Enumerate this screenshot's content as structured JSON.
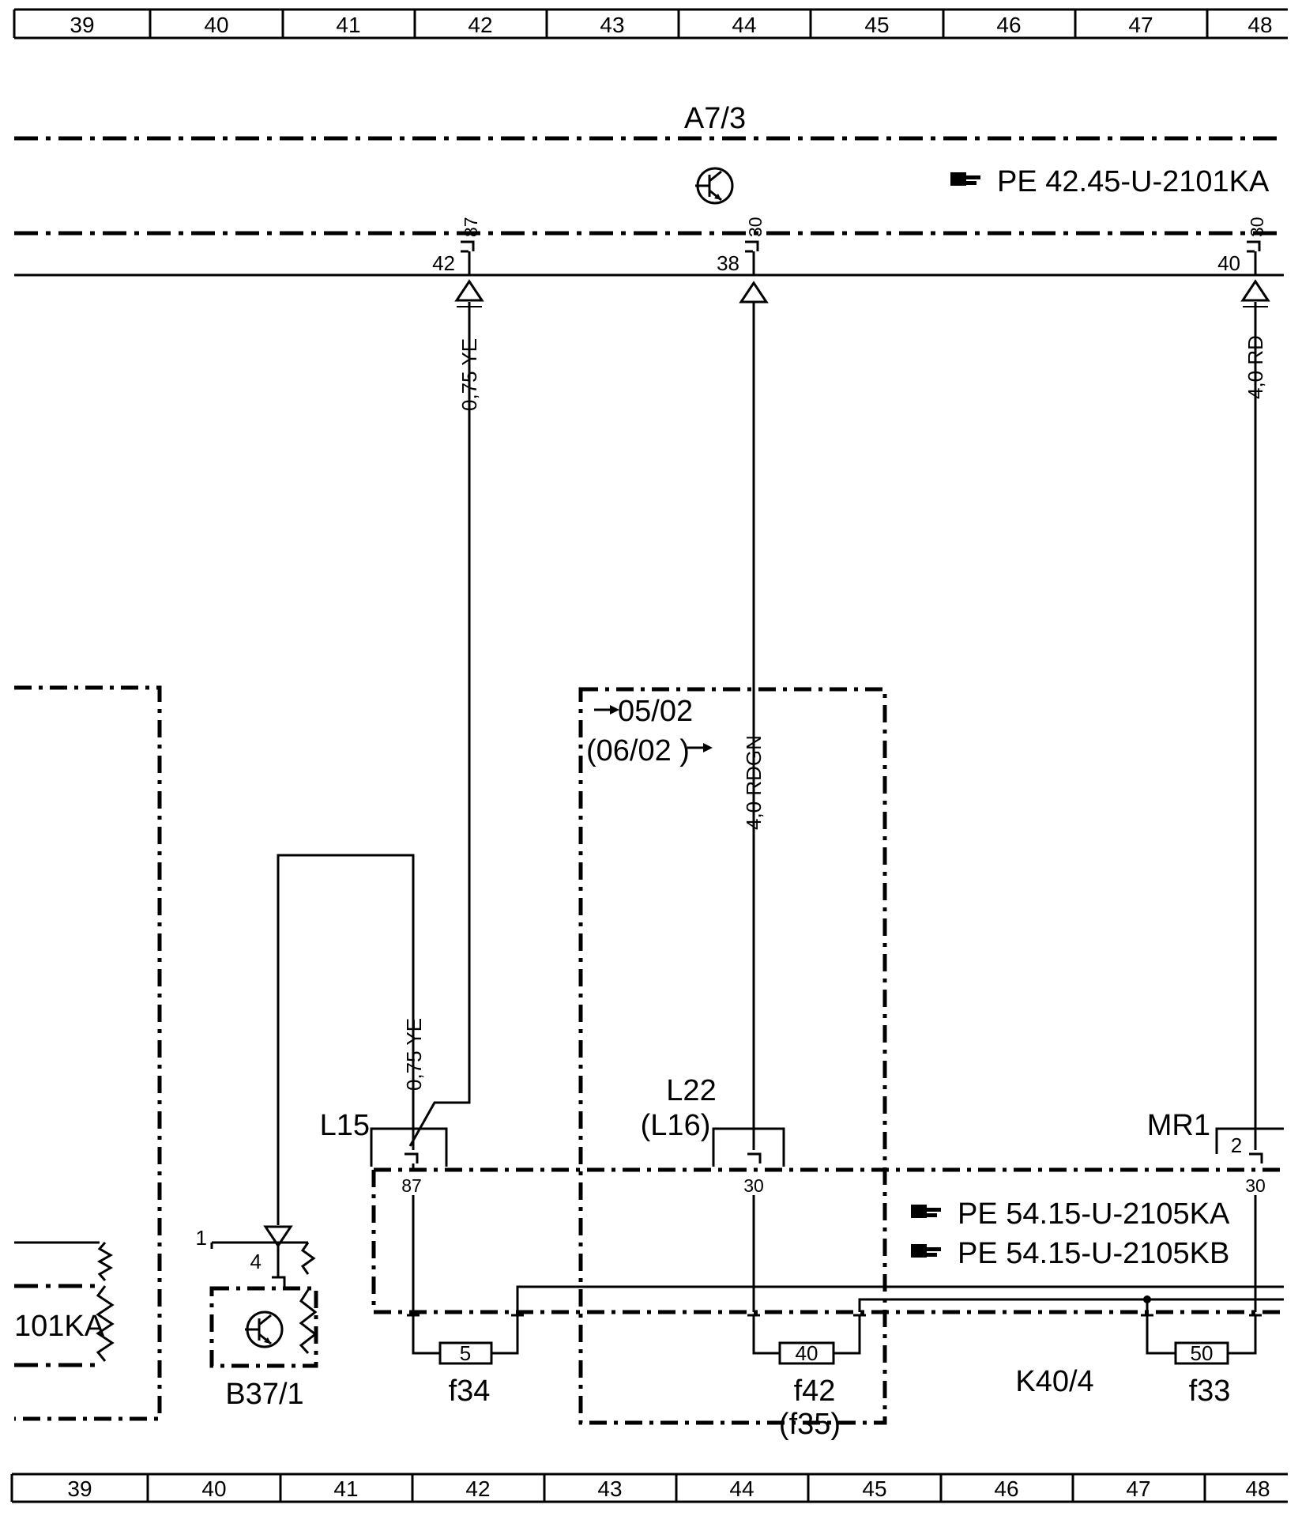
{
  "grid_columns": [
    "39",
    "40",
    "41",
    "42",
    "43",
    "44",
    "45",
    "46",
    "47",
    "48"
  ],
  "components": {
    "control_unit": "A7/3",
    "control_unit_ref": "PE 42.45-U-2101KA",
    "left_partial_ref": "101KA",
    "sensor": "B37/1",
    "relay_module": "K40/4",
    "relay_module_ref_a": "PE 54.15-U-2105KA",
    "relay_module_ref_b": "PE 54.15-U-2105KB",
    "date_note_1": "05/02",
    "date_note_2": "(06/02 )"
  },
  "pins": {
    "a7_left_terminal": "87",
    "a7_mid_terminal": "30",
    "a7_right_terminal": "30",
    "a7_left_pin": "42",
    "a7_mid_pin": "38",
    "a7_right_pin": "40",
    "l15_terminal": "87",
    "l22_terminal": "30",
    "mr1_terminal": "30",
    "mr1_pin": "2",
    "sensor_pin_1": "1",
    "sensor_pin_4": "4"
  },
  "connectors": {
    "l15": "L15",
    "l22": "L22",
    "l16": "(L16)",
    "mr1": "MR1"
  },
  "wires": {
    "w1": "0,75 YE",
    "w2": "4,0 RD",
    "w3": "4,0 RDGN",
    "w4": "0,75 YE"
  },
  "fuses": {
    "f34_name": "f34",
    "f34_rating": "5",
    "f42_name": "f42",
    "f42_alt": "(f35)",
    "f42_rating": "40",
    "f33_name": "f33",
    "f33_rating": "50"
  }
}
